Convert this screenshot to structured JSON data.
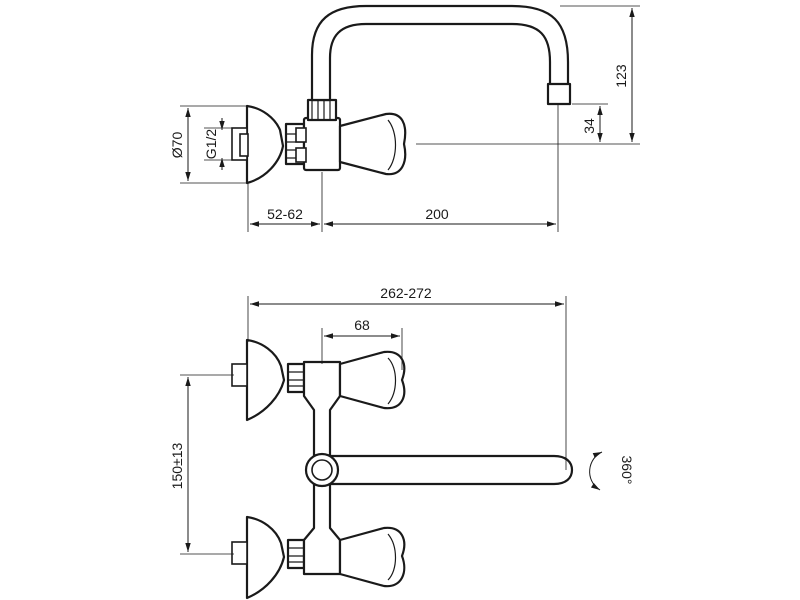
{
  "dimensions": {
    "top_view": {
      "diameter_flange": "Ø70",
      "thread": "G1/2",
      "spout_height": "123",
      "outlet_height": "34",
      "wall_offset": "52-62",
      "spout_reach": "200"
    },
    "front_view": {
      "overall_width": "262-272",
      "handle_offset": "68",
      "center_distance": "150±13",
      "rotation": "360°"
    }
  }
}
